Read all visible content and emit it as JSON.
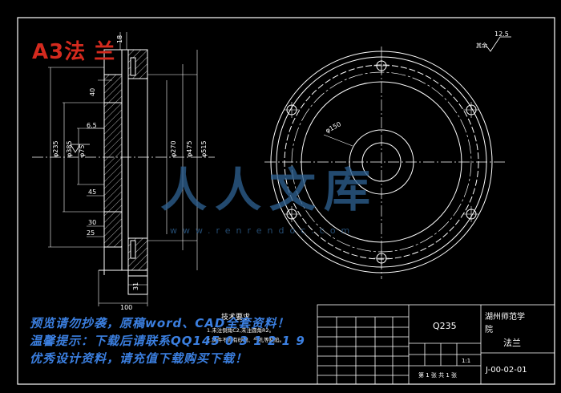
{
  "drawing": {
    "sheet_label": "A3法 兰",
    "watermark_text": "人人文库",
    "watermark_url": "www.renrendoc.com",
    "dims": {
      "d18": "18",
      "d40": "40",
      "d65": "6.5",
      "d45": "45",
      "d30": "30",
      "d25": "25",
      "d31": "31",
      "d100": "100",
      "phi235": "φ235",
      "phi385": "φ385",
      "phi75": "φ75",
      "phi270": "φ270",
      "phi475": "φ475",
      "phi515": "φ515",
      "phi150": "φ150",
      "roughness": "12.5",
      "roughness_other": "其余"
    },
    "tech": {
      "title": "技术要求",
      "line1": "1.未注倒角C2,未注圆角R2。",
      "line2": "2.铸件不得有砂眼、气孔等缺陷。"
    },
    "title_block": {
      "material": "Q235",
      "school_line1": "湖州师范学",
      "school_line2": "院",
      "part_name": "法兰",
      "drawing_no": "J-00-02-01",
      "sheet_info": "第 1 张   共 1 张",
      "scale": "1:1"
    }
  },
  "promo": {
    "line1": "预览请勿抄袭，原稿word、CAD全套资料！",
    "line2": "温馨提示：下载后请联系QQ145 0 3 1 2 1 9",
    "line3": "优秀设计资料，请充值下载购买下载！"
  }
}
